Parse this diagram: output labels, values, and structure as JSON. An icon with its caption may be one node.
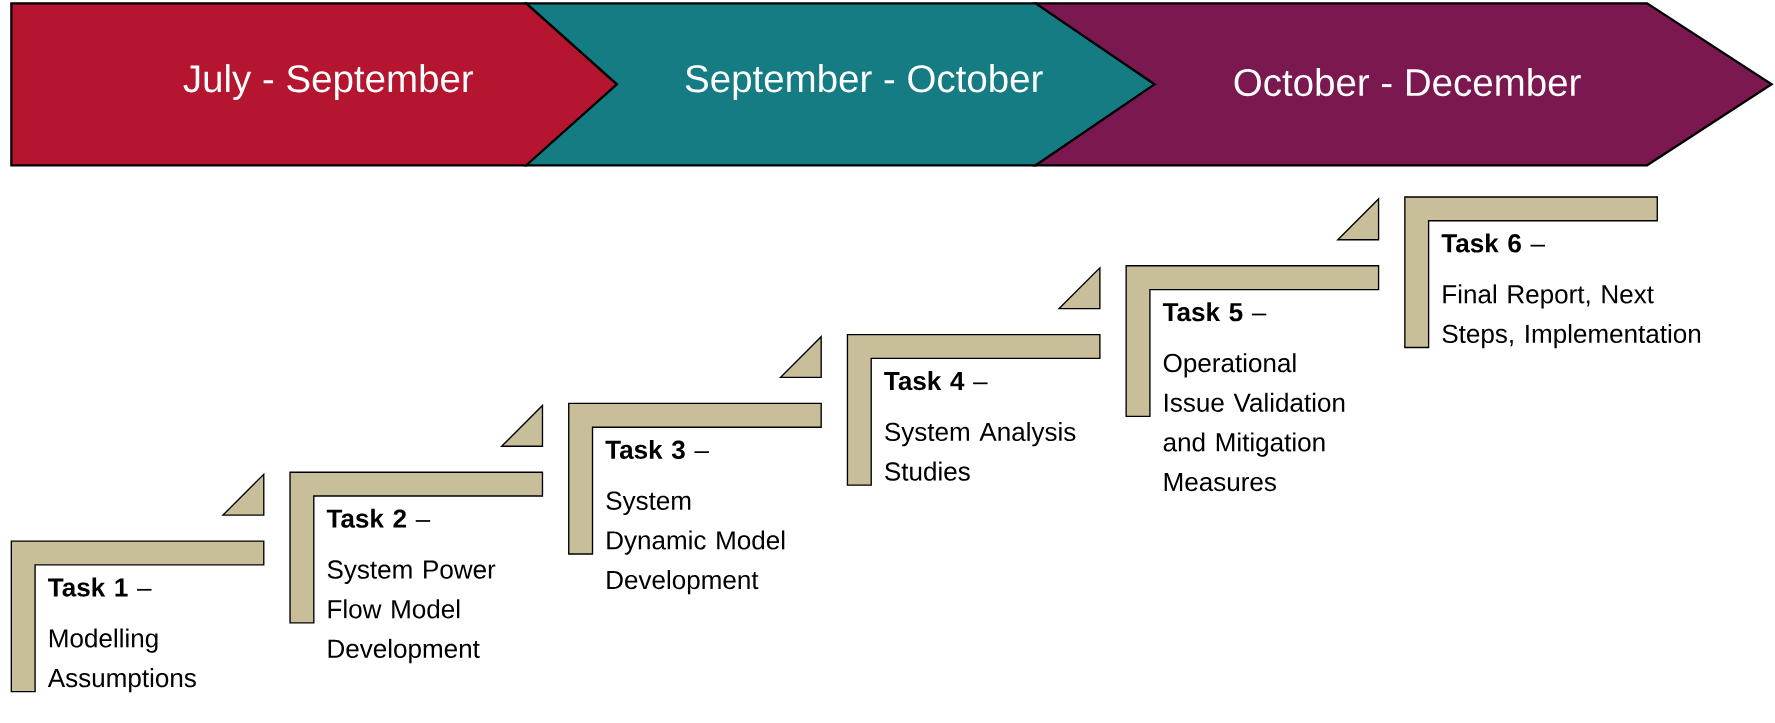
{
  "diagram": {
    "nodes": [
      {
        "text": [
          "July - September"
        ]
      },
      {
        "text": [
          "September - October"
        ]
      },
      {
        "text": [
          "October - December"
        ]
      },
      {
        "text": [
          "**Task 1** –",
          "Modelling Assumptions"
        ]
      },
      {
        "text": [
          "**Task 2** –",
          "System Power Flow Model Development"
        ]
      },
      {
        "text": [
          "**Task 3** –",
          "System Dynamic Model Development"
        ]
      },
      {
        "text": [
          "**Task 4** –",
          "System Analysis Studies"
        ]
      },
      {
        "text": [
          "**Task 5** –",
          "Operational Issue Validation and Mitigation Measures"
        ]
      },
      {
        "text": [
          "**Task 6** –",
          "Final Report, Next Steps, Implementation"
        ]
      }
    ]
  }
}
